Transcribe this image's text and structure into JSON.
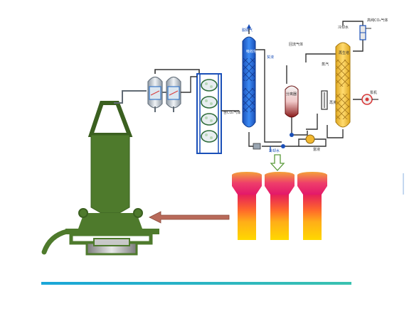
{
  "labels": {
    "absorber": "吸收塔",
    "stripper": "再生塔",
    "separator": "分离器",
    "scrubber_gas": "脱硫气",
    "steam": "蒸汽",
    "cooling_water": "冷却水",
    "lean_liquid": "贫液",
    "reflux_gas": "回流气体",
    "rich_co2_gas": "高纯CO₂气体",
    "co2_gas_in": "含CO₂气体",
    "reboiler": "再沸器",
    "rich_liquid": "富液",
    "condenser_water": "冷却水",
    "pump": "泵机"
  },
  "colors": {
    "converter": "#4e7a2c",
    "converter_dark": "#3b6020",
    "absorber": "#2f6fe0",
    "stripper": "#f0c040",
    "blast_gradient_top": "#e0205a",
    "blast_gradient_bottom": "#ffd000",
    "arrow": "#b86a5a",
    "bottom_line": "#22b3c8"
  }
}
